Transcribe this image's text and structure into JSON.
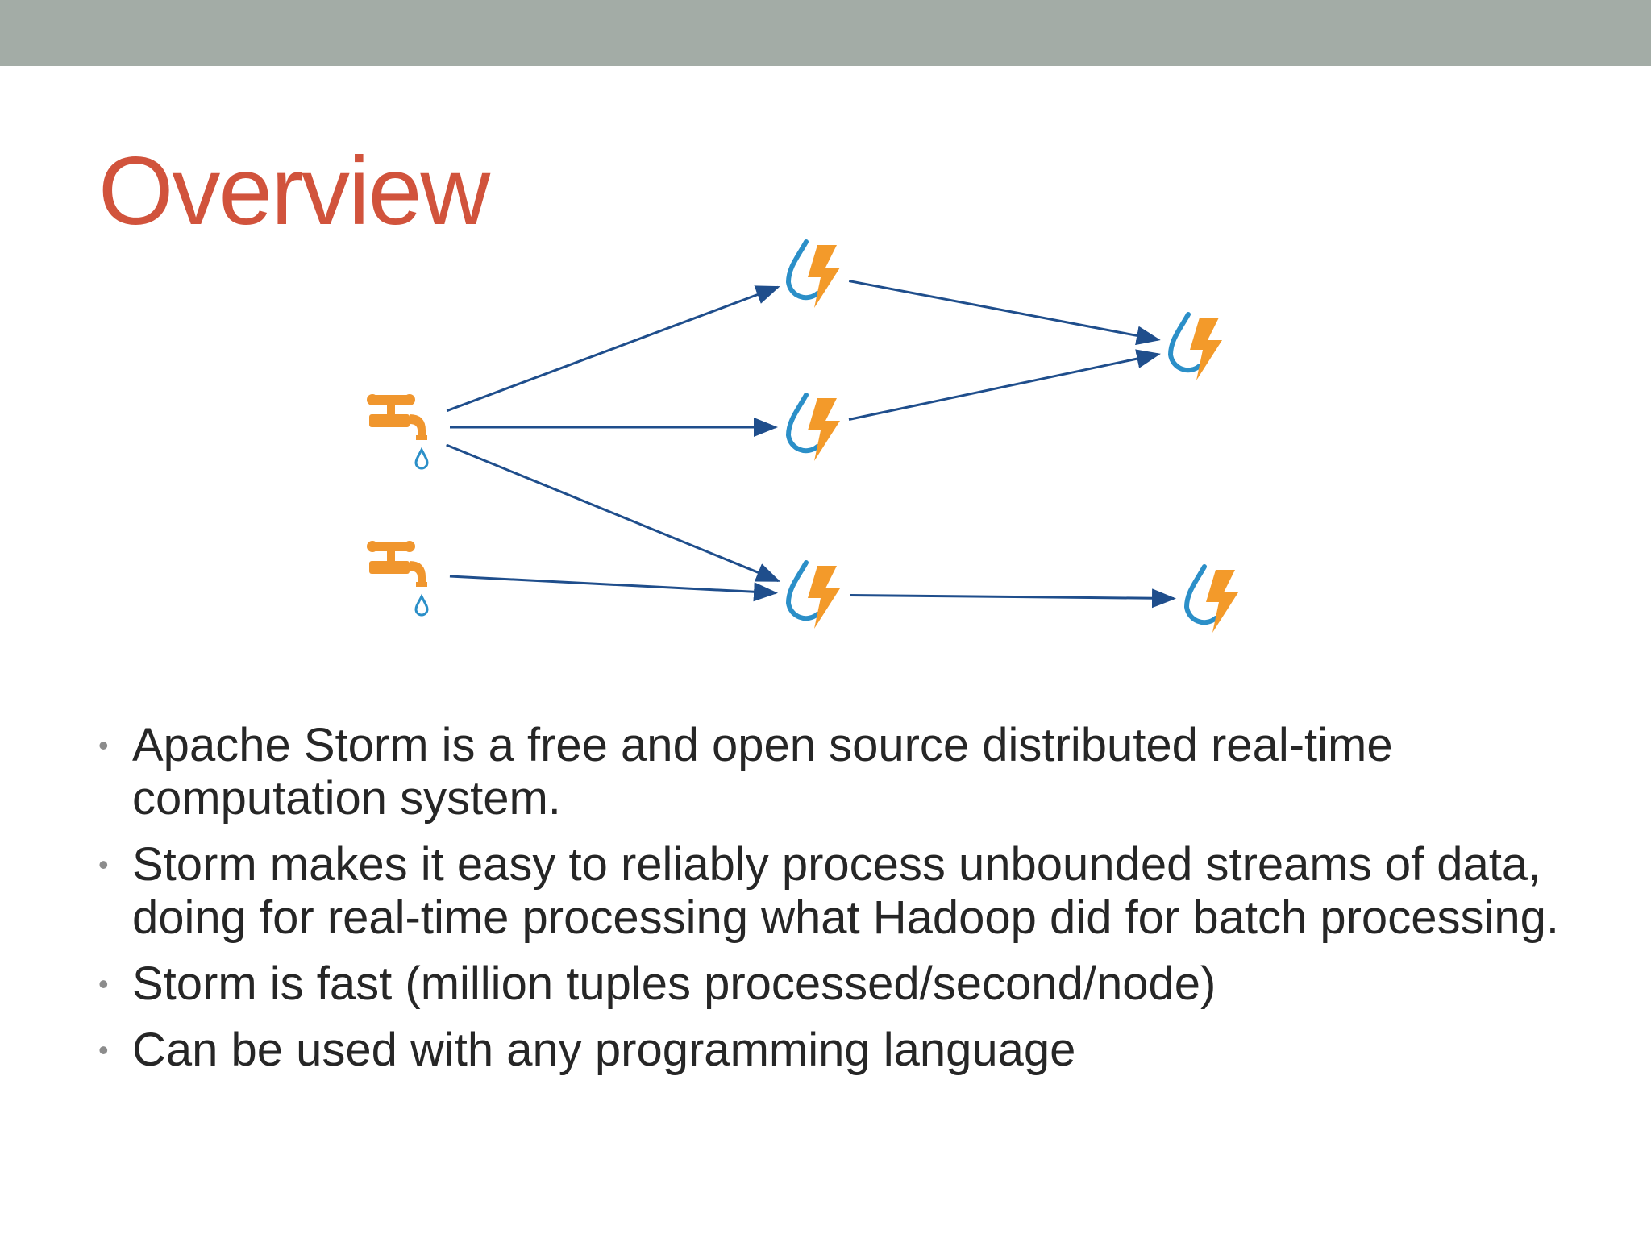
{
  "slide": {
    "title": "Overview",
    "colors": {
      "top_bar": "#a3aca6",
      "title": "#d1533c",
      "arrow": "#1f4e8c",
      "spout": "#f0962e",
      "water": "#2b8fc8",
      "bolt": "#f39a2a",
      "text": "#262626",
      "bullet": "#8c8c8c"
    }
  },
  "diagram": {
    "node_icons": {
      "spout": "faucet-icon",
      "bolt": "water-drop-lightning-icon"
    },
    "nodes": [
      {
        "id": "spout-1",
        "kind": "spout"
      },
      {
        "id": "spout-2",
        "kind": "spout"
      },
      {
        "id": "bolt-top",
        "kind": "bolt"
      },
      {
        "id": "bolt-mid",
        "kind": "bolt"
      },
      {
        "id": "bolt-low",
        "kind": "bolt"
      },
      {
        "id": "bolt-right-top",
        "kind": "bolt"
      },
      {
        "id": "bolt-right-low",
        "kind": "bolt"
      }
    ],
    "edges": [
      {
        "from": "spout-1",
        "to": "bolt-top"
      },
      {
        "from": "spout-1",
        "to": "bolt-mid"
      },
      {
        "from": "spout-1",
        "to": "bolt-low"
      },
      {
        "from": "spout-2",
        "to": "bolt-low"
      },
      {
        "from": "bolt-top",
        "to": "bolt-right-top"
      },
      {
        "from": "bolt-mid",
        "to": "bolt-right-top"
      },
      {
        "from": "bolt-low",
        "to": "bolt-right-low"
      }
    ]
  },
  "bullets": [
    {
      "text": "Apache Storm is a free and open source distributed real-time computation system."
    },
    {
      "text": "Storm makes it easy to reliably process unbounded streams of data, doing for real-time processing what Hadoop did for batch processing."
    },
    {
      "text": "Storm is fast (million tuples processed/second/node)"
    },
    {
      "text": "Can be used with any programming language"
    }
  ]
}
